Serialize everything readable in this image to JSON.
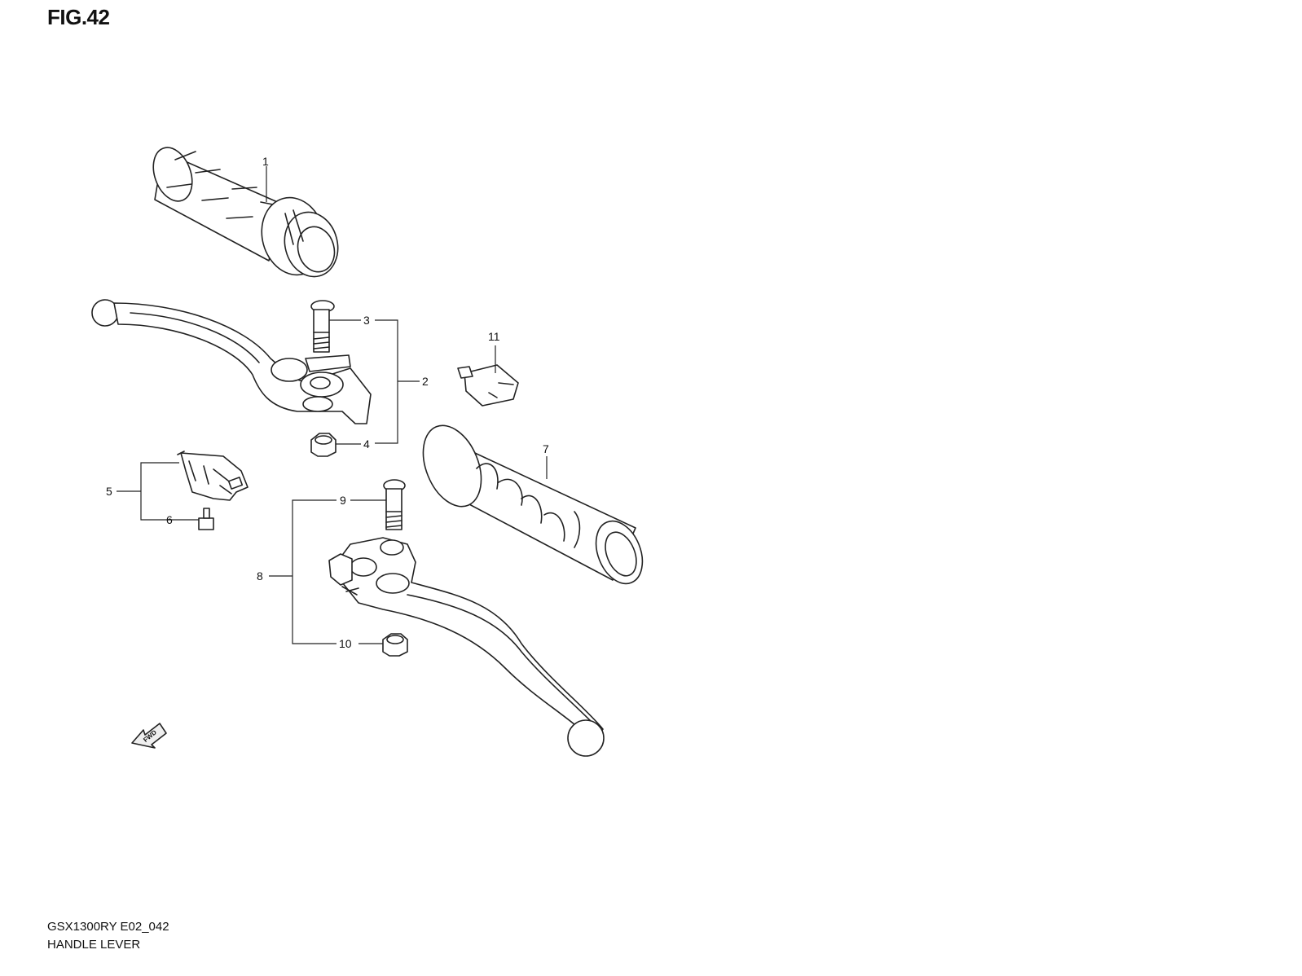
{
  "figure_title": "FIG.42",
  "footer": {
    "model_code": "GSX1300RY E02_042",
    "section_name": "HANDLE LEVER"
  },
  "fwd_label": "FWD",
  "callouts": [
    "1",
    "2",
    "3",
    "4",
    "5",
    "6",
    "7",
    "8",
    "9",
    "10",
    "11"
  ],
  "parts": [
    {
      "ref": "1",
      "icon": "throttle-grip-icon"
    },
    {
      "ref": "2",
      "icon": "brake-lever-assembly-icon"
    },
    {
      "ref": "3",
      "icon": "pivot-bolt-icon"
    },
    {
      "ref": "4",
      "icon": "nut-icon"
    },
    {
      "ref": "5",
      "icon": "switch-bracket-icon"
    },
    {
      "ref": "6",
      "icon": "screw-icon"
    },
    {
      "ref": "7",
      "icon": "handle-grip-icon"
    },
    {
      "ref": "8",
      "icon": "clutch-lever-assembly-icon"
    },
    {
      "ref": "9",
      "icon": "pivot-bolt-icon"
    },
    {
      "ref": "10",
      "icon": "nut-icon"
    },
    {
      "ref": "11",
      "icon": "brake-light-switch-icon"
    }
  ]
}
